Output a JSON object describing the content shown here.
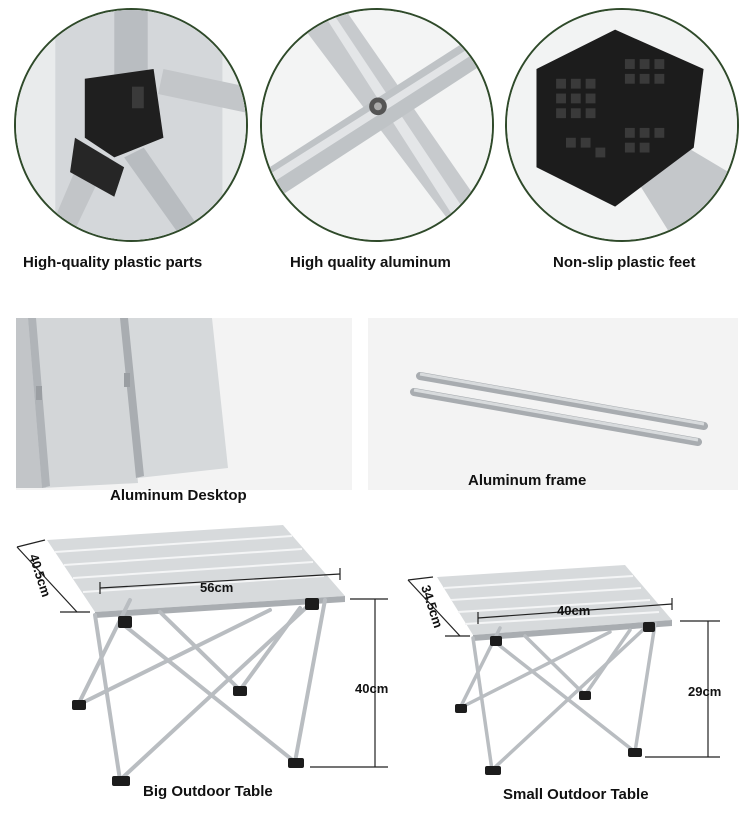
{
  "features": [
    {
      "caption": "High-quality plastic parts",
      "icon": "plastic-joint-icon"
    },
    {
      "caption": "High quality aluminum",
      "icon": "aluminum-cross-icon"
    },
    {
      "caption": "Non-slip plastic feet",
      "icon": "plastic-foot-icon"
    }
  ],
  "components": {
    "desktop_label": "Aluminum Desktop",
    "frame_label": "Aluminum frame"
  },
  "big_table": {
    "depth": "40.5cm",
    "width": "56cm",
    "height": "40cm",
    "label": "Big Outdoor Table"
  },
  "small_table": {
    "depth": "34.5cm",
    "width": "40cm",
    "height": "29cm",
    "label": "Small Outdoor Table"
  },
  "colors": {
    "circle_border": "#2f4a2a",
    "aluminum": "#c9ccce",
    "plastic": "#1c1c1c"
  }
}
